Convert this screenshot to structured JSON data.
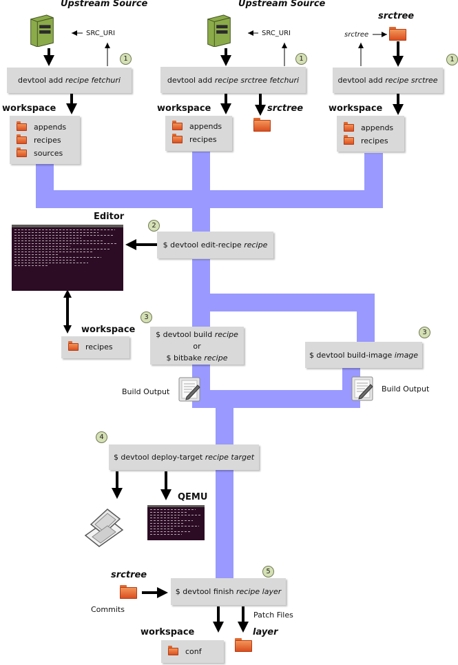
{
  "colors": {
    "flow": "#9999ff",
    "box": "#d9d9d9",
    "arrow": "#000000",
    "badge": "#d5e0b5",
    "folder": "#e0602a",
    "terminal": "#2c0b24"
  },
  "col1": {
    "title": "Upstream Source",
    "src_uri": "SRC_URI",
    "step": "1",
    "cmd_prefix": "devtool add ",
    "cmd_args": "recipe fetchuri",
    "ws_title": "workspace",
    "ws_items": [
      "appends",
      "recipes",
      "sources"
    ]
  },
  "col2": {
    "title": "Upstream Source",
    "src_uri": "SRC_URI",
    "step": "1",
    "cmd_prefix": "devtool add ",
    "cmd_args": "recipe srctree fetchuri",
    "ws_title": "workspace",
    "ws_items": [
      "appends",
      "recipes"
    ],
    "srctree_label": "srctree"
  },
  "col3": {
    "title": "srctree",
    "srctree_small": "srctree",
    "step": "1",
    "cmd_prefix": "devtool add ",
    "cmd_args": "recipe srctree",
    "ws_title": "workspace",
    "ws_items": [
      "appends",
      "recipes"
    ]
  },
  "edit": {
    "editor_title": "Editor",
    "step": "2",
    "cmd_prefix": "$ devtool edit-recipe ",
    "cmd_args": "recipe",
    "ws_title": "workspace",
    "ws_items": [
      "recipes"
    ]
  },
  "build": {
    "step": "3",
    "line1_prefix": "$ devtool build ",
    "line1_args": "recipe",
    "or": "or",
    "line2_prefix": "$ bitbake ",
    "line2_args": "recipe",
    "output": "Build Output"
  },
  "build_image": {
    "step": "3",
    "cmd_prefix": "$ devtool build-image ",
    "cmd_args": "image",
    "output": "Build Output"
  },
  "deploy": {
    "step": "4",
    "cmd_prefix": "$ devtool deploy-target ",
    "cmd_args": "recipe target",
    "qemu": "QEMU"
  },
  "finish": {
    "step": "5",
    "srctree_title": "srctree",
    "commits": "Commits",
    "cmd_prefix": "$ devtool finish ",
    "cmd_args": "recipe layer",
    "patch_files": "Patch Files",
    "ws_title": "workspace",
    "ws_items": [
      "conf"
    ],
    "layer_title": "layer"
  }
}
